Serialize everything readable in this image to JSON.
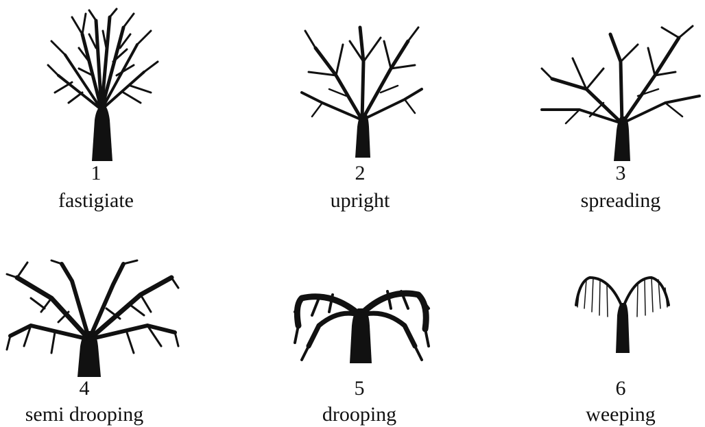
{
  "trees": [
    {
      "number": "1",
      "name": "fastigiate",
      "icon": "fastigiate-tree-icon"
    },
    {
      "number": "2",
      "name": "upright",
      "icon": "upright-tree-icon"
    },
    {
      "number": "3",
      "name": "spreading",
      "icon": "spreading-tree-icon"
    },
    {
      "number": "4",
      "name": "semi drooping",
      "icon": "semi-drooping-tree-icon"
    },
    {
      "number": "5",
      "name": "drooping",
      "icon": "drooping-tree-icon"
    },
    {
      "number": "6",
      "name": "weeping",
      "icon": "weeping-tree-icon"
    }
  ]
}
